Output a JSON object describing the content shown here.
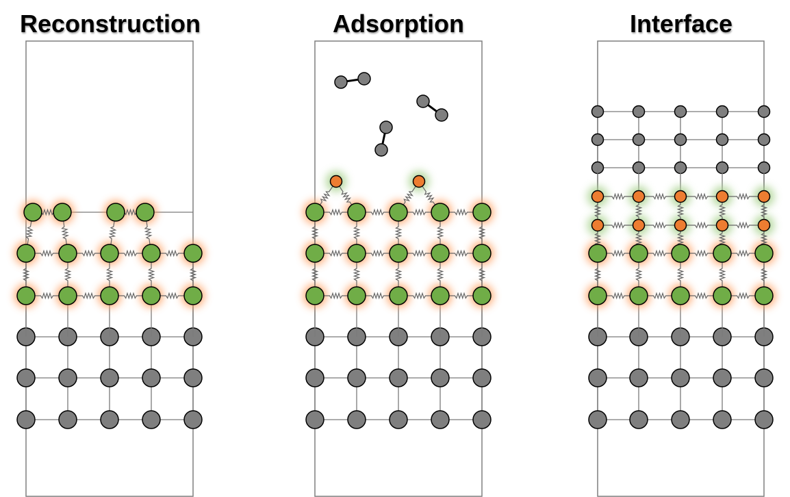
{
  "panels": [
    {
      "id": "reconstruction",
      "title": "Reconstruction"
    },
    {
      "id": "adsorption",
      "title": "Adsorption"
    },
    {
      "id": "interface",
      "title": "Interface"
    }
  ],
  "colors": {
    "substrate_atom": "#7f7f7f",
    "surface_atom": "#70ad47",
    "adatom": "#ed7d31",
    "glow_orange": "#ff9b5a",
    "glow_green": "#a9d18e",
    "bond": "#7a7a7a",
    "spring": "#666666",
    "box": "#7f7f7f",
    "outline": "#000000"
  }
}
